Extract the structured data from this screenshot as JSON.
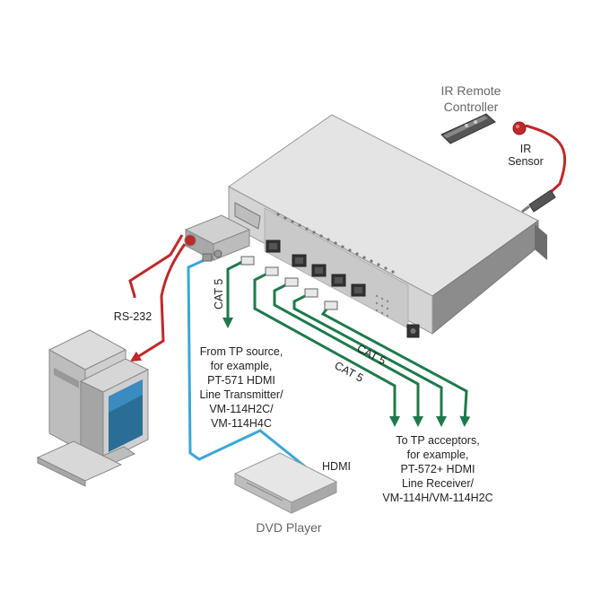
{
  "labels": {
    "ir_remote_line1": "IR Remote",
    "ir_remote_line2": "Controller",
    "ir_sensor_line1": "IR",
    "ir_sensor_line2": "Sensor",
    "rs232": "RS-232",
    "cat5_vertical": "CAT 5",
    "cat5_upper": "CAT 5",
    "cat5_lower": "CAT 5",
    "hdmi": "HDMI",
    "dvd_player": "DVD Player",
    "source_lines": [
      "From TP source,",
      "for example,",
      "PT-571 HDMI",
      "Line Transmitter/",
      "VM-114H2C/",
      "VM-114H4C"
    ],
    "acceptor_lines": [
      "To TP acceptors,",
      "for example,",
      "PT-572+ HDMI",
      "Line Receiver/",
      "VM-114H/VM-114H2C"
    ]
  },
  "colors": {
    "cable_red": "#c0282a",
    "cable_green": "#1e7a4a",
    "cable_blue": "#3aa7d6",
    "device_light": "#e2e2e2",
    "device_dark": "#9a9a9a"
  }
}
